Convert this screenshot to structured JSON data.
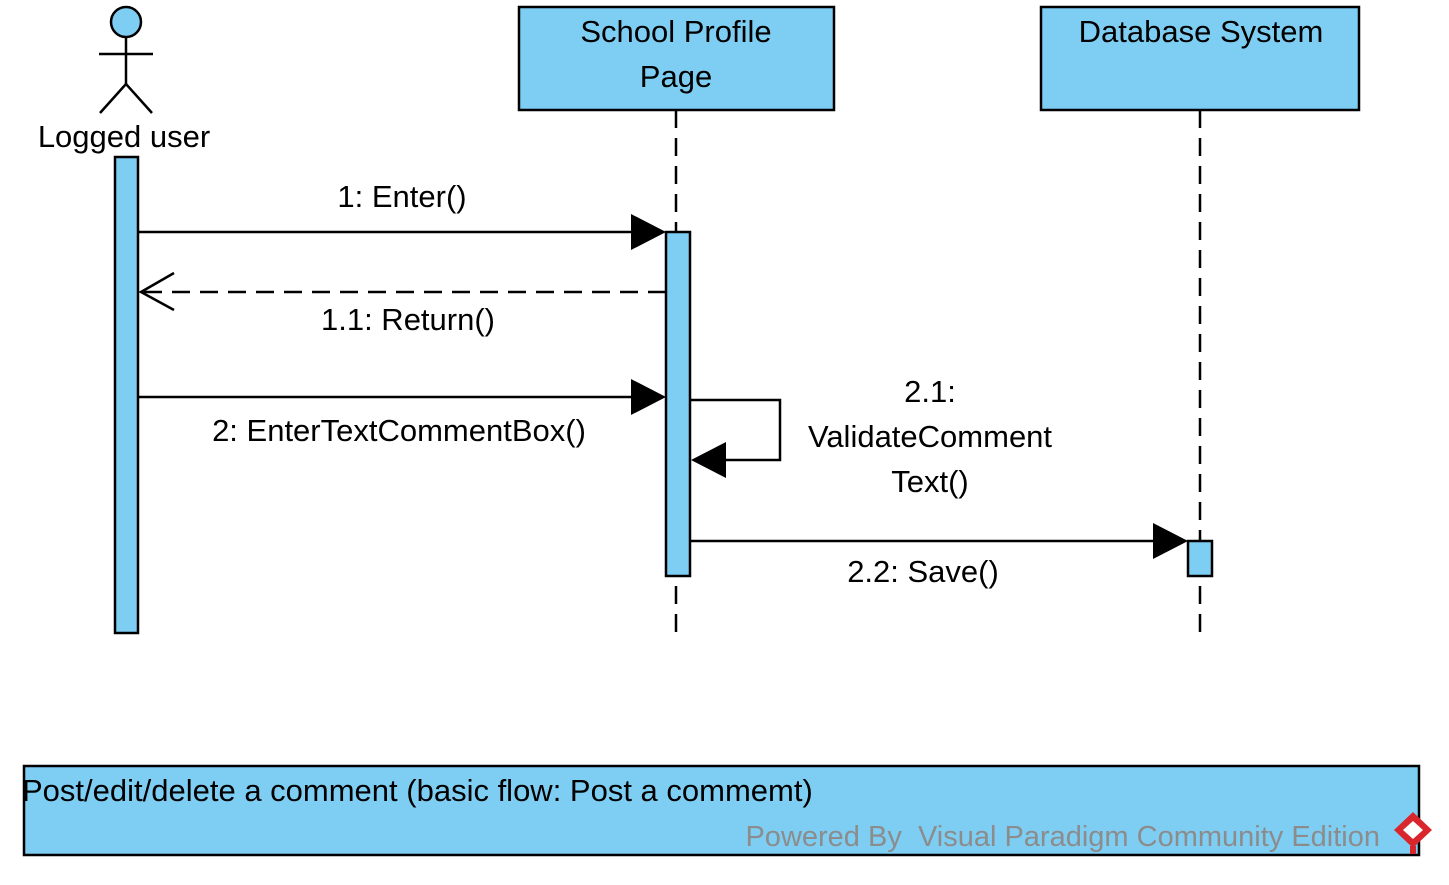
{
  "diagram": {
    "type": "sequence",
    "colors": {
      "fill": "#7ecef4",
      "stroke": "#000000",
      "watermark_text": "#8c8c8c",
      "watermark_logo": "#d9262c"
    },
    "actor": {
      "name": "Logged user"
    },
    "lifelines": [
      {
        "line1": "School Profile",
        "line2": "Page"
      },
      {
        "line1": "Database System"
      }
    ],
    "messages": [
      {
        "label": "1: Enter()",
        "kind": "synchronous"
      },
      {
        "label": "1.1: Return()",
        "kind": "return"
      },
      {
        "label": "2: EnterTextCommentBox()",
        "kind": "synchronous"
      },
      {
        "label_lines": [
          "2.1:",
          "ValidateComment",
          "Text()"
        ],
        "kind": "self"
      },
      {
        "label": "2.2: Save()",
        "kind": "synchronous"
      }
    ]
  },
  "footer": {
    "title": "Post/edit/delete a comment (basic flow: Post a commemt)",
    "watermark": "Powered By  Visual Paradigm Community Edition",
    "watermark_icon": "visual-paradigm-logo-icon"
  }
}
